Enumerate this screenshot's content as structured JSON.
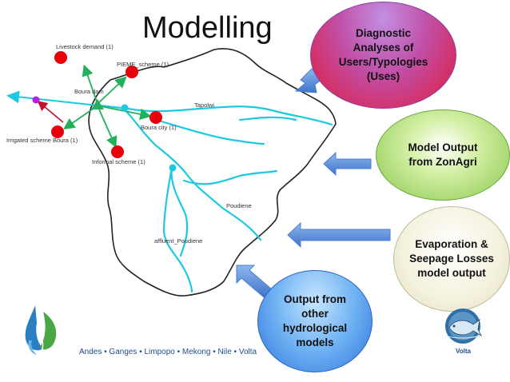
{
  "title": "Modelling",
  "bubbles": {
    "diagnostic": [
      "Diagnostic",
      "Analyses of",
      "Users/Typologies",
      "(Uses)"
    ],
    "zonagri": [
      "Model Output",
      "from ZonAgri"
    ],
    "evaporation": [
      "Evaporation &",
      "Seepage Losses",
      "model output"
    ],
    "hydrological": [
      "Output from",
      "other",
      "hydrological",
      "models"
    ]
  },
  "map_labels": {
    "livestock": "Livestock demand (1)",
    "pieme": "PIEME_scheme (1)",
    "boura_dam": "Boura dam",
    "tapolwi": "Tapolwi",
    "boura_city": "Boura city (1)",
    "irrigated": "Irrigated scheme Boura (1)",
    "informal": "Informal scheme (1)",
    "poudiene": "Poudiene",
    "affluent": "affluent_Poudiene"
  },
  "footer": "Andes • Ganges • Limpopo • Mekong • Nile • Volta",
  "volta_logo_label": "Volta",
  "colors": {
    "river": "#1ec8e0",
    "demand_node": "#e8000b",
    "link_green": "#22b05a",
    "return_red": "#c8102e",
    "arrow_blue": "#5b8fd8"
  }
}
